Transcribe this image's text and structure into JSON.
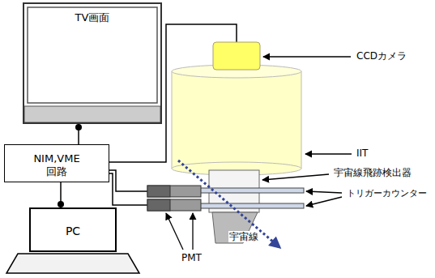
{
  "diagram": {
    "nodes": [
      {
        "text": [
          "TV画面"
        ]
      },
      {
        "text": [
          "NIM,VME 回路"
        ]
      },
      {
        "text": [
          "PC"
        ]
      }
    ],
    "edges": [
      {
        "from": 0,
        "to": 1,
        "arrow": "none"
      },
      {
        "from": 1,
        "to": 2,
        "arrow": "none"
      }
    ],
    "labels": [
      "CCDカメラ",
      "IIT",
      "宇宙線飛跡検出器",
      "トリガーカウンター",
      "PMT",
      "宇宙線"
    ]
  }
}
